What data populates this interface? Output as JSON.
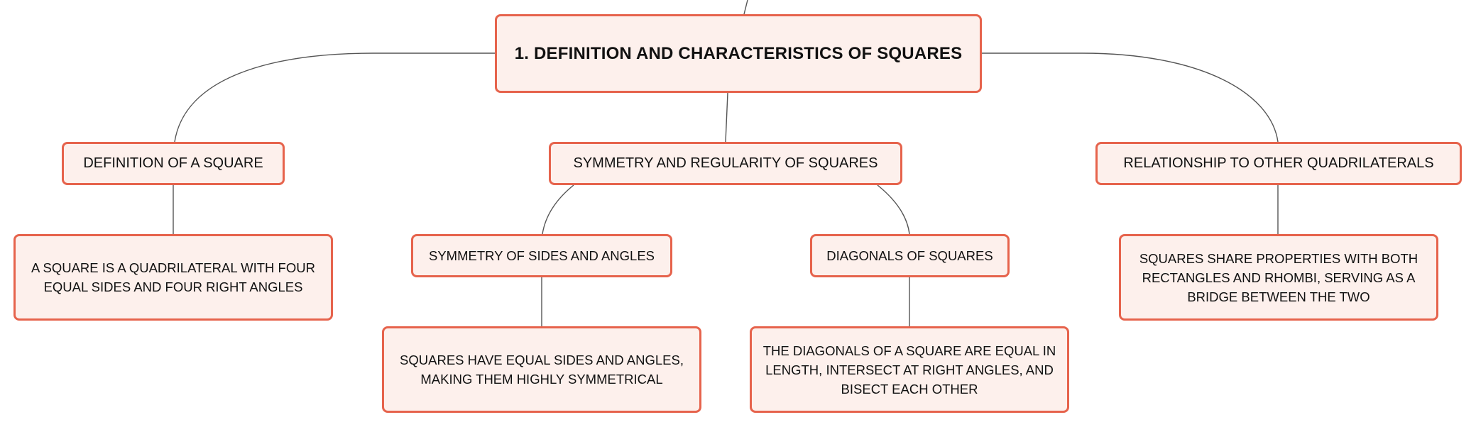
{
  "diagram": {
    "root": {
      "label": "1. DEFINITION AND CHARACTERISTICS OF SQUARES"
    },
    "branches": {
      "definition": {
        "label": "DEFINITION OF A SQUARE",
        "detail": "A SQUARE IS A QUADRILATERAL WITH FOUR EQUAL SIDES AND FOUR RIGHT ANGLES"
      },
      "symmetry": {
        "label": "SYMMETRY AND REGULARITY OF SQUARES",
        "children": {
          "sides_angles": {
            "label": "SYMMETRY OF SIDES AND ANGLES",
            "detail": "SQUARES HAVE EQUAL SIDES AND ANGLES, MAKING THEM HIGHLY SYMMETRICAL"
          },
          "diagonals": {
            "label": "DIAGONALS OF SQUARES",
            "detail": "THE DIAGONALS OF A SQUARE ARE EQUAL IN LENGTH, INTERSECT AT RIGHT ANGLES, AND BISECT EACH OTHER"
          }
        }
      },
      "relationship": {
        "label": "RELATIONSHIP TO OTHER QUADRILATERALS",
        "detail": "SQUARES SHARE PROPERTIES WITH BOTH RECTANGLES AND RHOMBI, SERVING AS A BRIDGE BETWEEN THE TWO"
      }
    },
    "colors": {
      "node_fill": "#fdf0ec",
      "node_border": "#e6634c",
      "connector": "#555555",
      "text": "#111111"
    }
  }
}
